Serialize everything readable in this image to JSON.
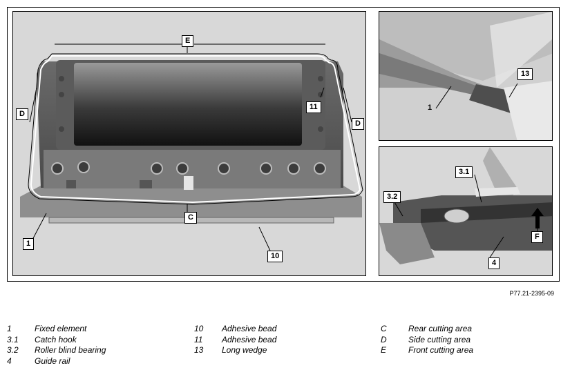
{
  "callouts": {
    "main": {
      "E": "E",
      "D_left": "D",
      "D_right": "D",
      "eleven": "11",
      "C": "C",
      "one": "1",
      "ten": "10"
    },
    "top_right": {
      "thirteen": "13",
      "one": "1"
    },
    "bottom_right": {
      "three_one": "3.1",
      "three_two": "3.2",
      "F": "F",
      "four": "4"
    }
  },
  "figure_ref": "P77.21-2395-09",
  "legend": {
    "col1": [
      {
        "key": "1",
        "label": "Fixed element"
      },
      {
        "key": "3.1",
        "label": "Catch hook"
      },
      {
        "key": "3.2",
        "label": "Roller blind bearing"
      },
      {
        "key": "4",
        "label": "Guide rail"
      }
    ],
    "col2": [
      {
        "key": "10",
        "label": "Adhesive bead"
      },
      {
        "key": "11",
        "label": "Adhesive bead"
      },
      {
        "key": "13",
        "label": "Long wedge"
      }
    ],
    "col3": [
      {
        "key": "C",
        "label": "Rear cutting area"
      },
      {
        "key": "D",
        "label": "Side cutting area"
      },
      {
        "key": "E",
        "label": "Front cutting area"
      }
    ]
  }
}
